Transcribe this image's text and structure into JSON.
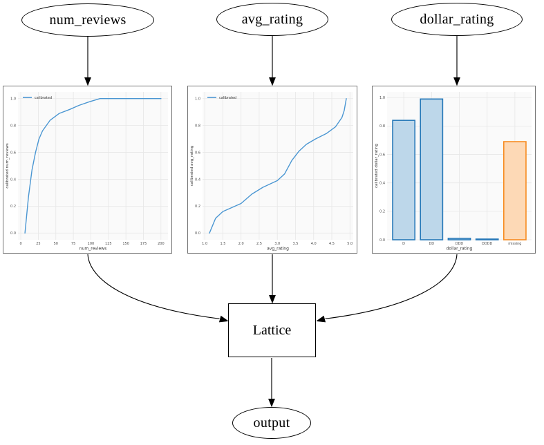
{
  "diagram": {
    "nodes": {
      "num_reviews": {
        "label": "num_reviews"
      },
      "avg_rating": {
        "label": "avg_rating"
      },
      "dollar_rating": {
        "label": "dollar_rating"
      },
      "lattice": {
        "label": "Lattice"
      },
      "output": {
        "label": "output"
      }
    },
    "edges": [
      {
        "from": "num_reviews",
        "to": "calibrator-num_reviews"
      },
      {
        "from": "avg_rating",
        "to": "calibrator-avg_rating"
      },
      {
        "from": "dollar_rating",
        "to": "calibrator-dollar_rating"
      },
      {
        "from": "calibrator-num_reviews",
        "to": "lattice"
      },
      {
        "from": "calibrator-avg_rating",
        "to": "lattice"
      },
      {
        "from": "calibrator-dollar_rating",
        "to": "lattice"
      },
      {
        "from": "lattice",
        "to": "output"
      }
    ]
  },
  "colors": {
    "line_blue": "#4a96d2",
    "bar_blue_fill": "#bdd7ea",
    "bar_blue_edge": "#2678b8",
    "bar_orange_fill": "#fdd9b6",
    "bar_orange_edge": "#f78b20",
    "plot_bg": "#fafafa",
    "grid": "#e7e7e7",
    "panel_border": "#737373",
    "tick_text": "#4d4d4d",
    "label_text": "#333333",
    "edge_black": "#000000"
  },
  "chart_data": [
    {
      "type": "line",
      "title": "",
      "xlabel": "num_reviews",
      "ylabel": "calibrated num_reviews",
      "legend": [
        "calibrated"
      ],
      "legend_position": "upper left",
      "grid": true,
      "xlim": [
        -4,
        210
      ],
      "ylim": [
        -0.05,
        1.05
      ],
      "xticks": [
        0,
        25,
        50,
        75,
        100,
        125,
        150,
        175,
        200
      ],
      "xtick_labels": [
        "0",
        "25",
        "50",
        "75",
        "100",
        "125",
        "150",
        "175",
        "200"
      ],
      "yticks": [
        0.0,
        0.2,
        0.4,
        0.6,
        0.8,
        1.0
      ],
      "ytick_labels": [
        "0.0",
        "0.2",
        "0.4",
        "0.6",
        "0.8",
        "1.0"
      ],
      "series": [
        {
          "name": "calibrated",
          "x": [
            6,
            11,
            16,
            21,
            26,
            31,
            42,
            55,
            70,
            83,
            97,
            113,
            200
          ],
          "y": [
            0.0,
            0.27,
            0.47,
            0.6,
            0.7,
            0.76,
            0.84,
            0.89,
            0.92,
            0.95,
            0.975,
            1.0,
            1.0
          ]
        }
      ]
    },
    {
      "type": "line",
      "title": "",
      "xlabel": "avg_rating",
      "ylabel": "calibrated avg_rating",
      "legend": [
        "calibrated"
      ],
      "legend_position": "upper left",
      "grid": true,
      "xlim": [
        0.94,
        5.09
      ],
      "ylim": [
        -0.05,
        1.05
      ],
      "xticks": [
        1.0,
        1.5,
        2.0,
        2.5,
        3.0,
        3.5,
        4.0,
        4.5,
        5.0
      ],
      "xtick_labels": [
        "1.0",
        "1.5",
        "2.0",
        "2.5",
        "3.0",
        "3.5",
        "4.0",
        "4.5",
        "5.0"
      ],
      "yticks": [
        0.0,
        0.2,
        0.4,
        0.6,
        0.8,
        1.0
      ],
      "ytick_labels": [
        "0.0",
        "0.2",
        "0.4",
        "0.6",
        "0.8",
        "1.0"
      ],
      "series": [
        {
          "name": "calibrated",
          "x": [
            1.13,
            1.3,
            1.5,
            2.0,
            2.3,
            2.6,
            3.0,
            3.2,
            3.4,
            3.6,
            3.8,
            4.05,
            4.35,
            4.6,
            4.78,
            4.84,
            4.9
          ],
          "y": [
            0.0,
            0.11,
            0.16,
            0.22,
            0.29,
            0.34,
            0.39,
            0.44,
            0.54,
            0.61,
            0.66,
            0.7,
            0.74,
            0.79,
            0.86,
            0.91,
            1.0
          ]
        }
      ]
    },
    {
      "type": "bar",
      "title": "",
      "xlabel": "dollar_rating",
      "ylabel": "calibrated dollar_rating",
      "grid": true,
      "xlim": [
        -0.6,
        4.6
      ],
      "ylim": [
        0,
        1.04
      ],
      "categories": [
        "D",
        "DD",
        "DDD",
        "DDDD",
        "missing"
      ],
      "values": [
        0.84,
        0.99,
        0.01,
        0.005,
        0.69
      ],
      "bar_colors": [
        "blue",
        "blue",
        "blue",
        "blue",
        "orange"
      ],
      "bar_width": 0.8,
      "yticks": [
        0.0,
        0.2,
        0.4,
        0.6,
        0.8,
        1.0
      ],
      "ytick_labels": [
        "0.0",
        "0.2",
        "0.4",
        "0.6",
        "0.8",
        "1.0"
      ]
    }
  ]
}
